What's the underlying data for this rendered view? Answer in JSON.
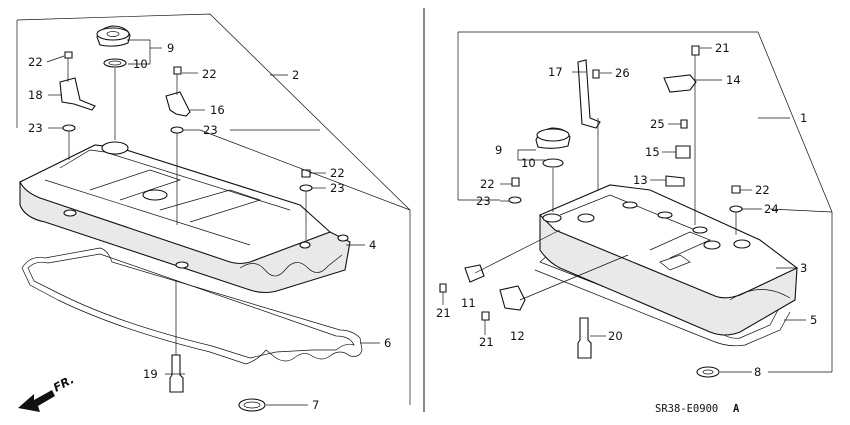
{
  "diagram_code": "SR38-E0900",
  "revision": "A",
  "direction_arrow_label": "FR.",
  "callouts": {
    "left": [
      "22",
      "18",
      "23",
      "9",
      "10",
      "22",
      "16",
      "23",
      "2",
      "22",
      "23",
      "4",
      "6",
      "19",
      "7"
    ],
    "right": [
      "21",
      "17",
      "26",
      "14",
      "1",
      "25",
      "15",
      "9",
      "10",
      "13",
      "22",
      "23",
      "22",
      "24",
      "3",
      "11",
      "21",
      "12",
      "21",
      "20",
      "5",
      "8"
    ]
  }
}
